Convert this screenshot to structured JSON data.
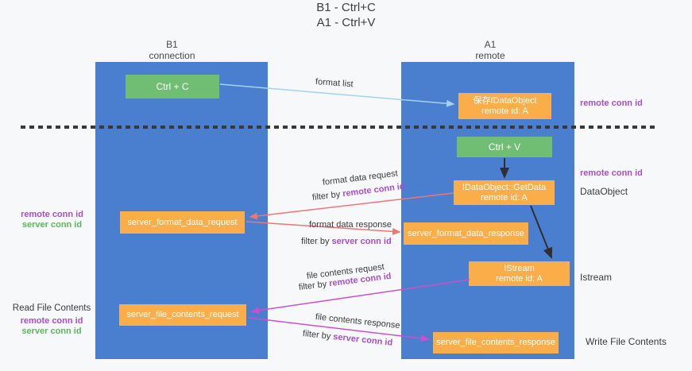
{
  "title": {
    "line1": "B1 - Ctrl+C",
    "line2": "A1 - Ctrl+V"
  },
  "columns": {
    "left": {
      "name": "B1",
      "subtitle": "connection"
    },
    "right": {
      "name": "A1",
      "subtitle": "remote"
    }
  },
  "boxes": {
    "ctrl_c": "Ctrl + C",
    "ctrl_v": "Ctrl + V",
    "save_dataobject": {
      "line1": "保存IDataObject",
      "line2": "remote id: A"
    },
    "getdata": {
      "line1": "IDataObject::GetData",
      "line2": "remote id: A"
    },
    "istream": {
      "line1": "IStream",
      "line2": "remote id: A"
    },
    "format_request": "server_format_data_request",
    "format_response": "server_format_data_response",
    "file_request": "server_file_contents_request",
    "file_response": "server_file_contents_response"
  },
  "arrow_labels": {
    "format_list": "format list",
    "format_data_request": "format data request",
    "format_data_request_filter": {
      "prefix": "filter by ",
      "highlight": "remote conn id"
    },
    "format_data_response": "format data response",
    "format_data_response_filter": {
      "prefix": "filter by ",
      "highlight": "server conn id"
    },
    "file_contents_request": "file contents request",
    "file_contents_request_filter": {
      "prefix": "filter by ",
      "highlight": "remote conn id"
    },
    "file_contents_response": "file contents response",
    "file_contents_response_filter": {
      "prefix": "filter by ",
      "highlight": "server conn id"
    }
  },
  "annotations": {
    "right_top_remote_conn_id": "remote conn id",
    "right_mid_remote_conn_id": "remote conn id",
    "dataobject": "DataObject",
    "istream": "Istream",
    "write_file_contents": "Write File Contents",
    "left_format_remote": "remote conn id",
    "left_format_server": "server conn id",
    "read_file_contents": "Read File Contents",
    "left_file_remote": "remote conn id",
    "left_file_server": "server conn id"
  },
  "colors": {
    "background": "#f7f8fa",
    "column_blue": "#4a7fd0",
    "box_green": "#6fbe73",
    "box_orange": "#fbad4a",
    "arrow_light_blue": "#a5d1ef",
    "arrow_salmon": "#ee7576",
    "arrow_magenta": "#cc4fcb",
    "arrow_black": "#2f2f2f",
    "text_purple": "#a74fc8",
    "text_green": "#5cb75f"
  }
}
